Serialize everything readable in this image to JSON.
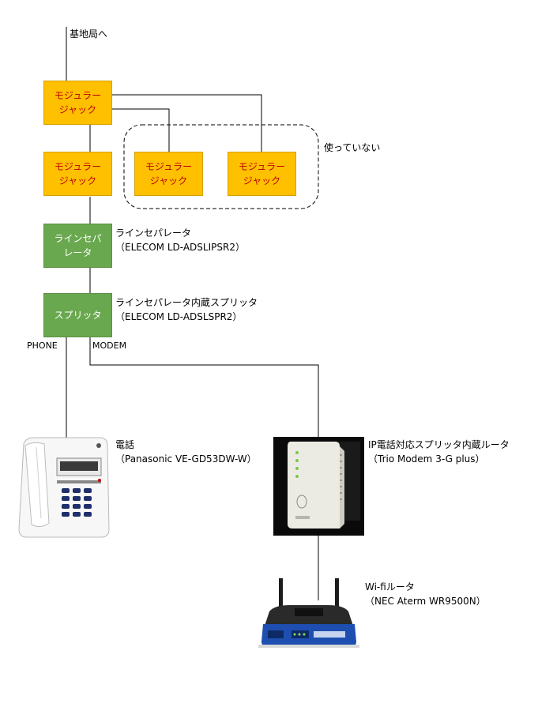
{
  "colors": {
    "jack_fill": "#ffc000",
    "jack_text": "#c00000",
    "device_fill": "#6aa84f",
    "device_text": "#ffffff",
    "line": "#000000"
  },
  "top_label": "基地局へ",
  "jacks": {
    "jack1": "モジュラー\nジャック",
    "jack2": "モジュラー\nジャック",
    "jack3": "モジュラー\nジャック",
    "jack4": "モジュラー\nジャック"
  },
  "unused_label": "使っていない",
  "line_separator": {
    "box": "ラインセパ\nレータ",
    "caption": "ラインセパレータ\n（ELECOM LD-ADSLIPSR2）"
  },
  "splitter": {
    "box": "スプリッタ",
    "caption": "ラインセパレータ内蔵スプリッタ\n（ELECOM LD-ADSLSPR2）"
  },
  "port_labels": {
    "phone": "PHONE",
    "modem": "MODEM"
  },
  "phone": {
    "icon": "telephone-icon",
    "caption": "電話\n（Panasonic VE-GD53DW-W）"
  },
  "modem": {
    "icon": "modem-router-icon",
    "caption": "IP電話対応スプリッタ内蔵ルータ\n（Trio Modem 3-G plus）"
  },
  "wifi": {
    "icon": "wifi-router-icon",
    "caption": "Wi-fiルータ\n（NEC Aterm WR9500N）"
  }
}
